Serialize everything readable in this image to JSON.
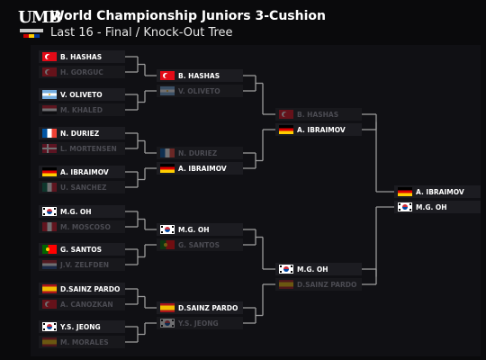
{
  "header": {
    "logo_text": "UMB",
    "title": "World Championship Juniors 3-Cushion",
    "subtitle": "Last 16 - Final  /  Knock-Out Tree"
  },
  "colors": {
    "background": "#0a0a0c",
    "line": "#9a9a9a",
    "winner_text": "#ffffff",
    "loser_text": "#4b4b52"
  },
  "round1": [
    {
      "name": "B. HASHAS",
      "flag": "turkey-flag",
      "status": "win"
    },
    {
      "name": "H. GORGUC",
      "flag": "turkey-flag",
      "status": "lose"
    },
    {
      "name": "V. OLIVETO",
      "flag": "argentina-flag",
      "status": "win"
    },
    {
      "name": "M. KHALED",
      "flag": "egypt-flag",
      "status": "lose"
    },
    {
      "name": "N. DURIEZ",
      "flag": "france-flag",
      "status": "win"
    },
    {
      "name": "L. MORTENSEN",
      "flag": "denmark-flag",
      "status": "lose"
    },
    {
      "name": "A. IBRAIMOV",
      "flag": "germany-flag",
      "status": "win"
    },
    {
      "name": "U. SANCHEZ",
      "flag": "mexico-flag",
      "status": "lose"
    },
    {
      "name": "M.G. OH",
      "flag": "korea-flag",
      "status": "win"
    },
    {
      "name": "M. MOSCOSO",
      "flag": "peru-flag",
      "status": "lose"
    },
    {
      "name": "G. SANTOS",
      "flag": "portugal-flag",
      "status": "win"
    },
    {
      "name": "J.V. ZELFDEN",
      "flag": "netherlands-flag",
      "status": "lose"
    },
    {
      "name": "D.SAINZ PARDO",
      "flag": "spain-flag",
      "status": "win"
    },
    {
      "name": "A. CANOZKAN",
      "flag": "turkey-flag",
      "status": "lose"
    },
    {
      "name": "Y.S. JEONG",
      "flag": "korea-flag",
      "status": "win"
    },
    {
      "name": "M. MORALES",
      "flag": "spain-flag",
      "status": "lose"
    }
  ],
  "round2": [
    {
      "name": "B. HASHAS",
      "flag": "turkey-flag",
      "status": "win"
    },
    {
      "name": "V. OLIVETO",
      "flag": "argentina-flag",
      "status": "lose"
    },
    {
      "name": "N. DURIEZ",
      "flag": "france-flag",
      "status": "lose"
    },
    {
      "name": "A. IBRAIMOV",
      "flag": "germany-flag",
      "status": "win"
    },
    {
      "name": "M.G. OH",
      "flag": "korea-flag",
      "status": "win"
    },
    {
      "name": "G. SANTOS",
      "flag": "portugal-flag",
      "status": "lose"
    },
    {
      "name": "D.SAINZ PARDO",
      "flag": "spain-flag",
      "status": "win"
    },
    {
      "name": "Y.S. JEONG",
      "flag": "korea-flag",
      "status": "lose"
    }
  ],
  "round3": [
    {
      "name": "B. HASHAS",
      "flag": "turkey-flag",
      "status": "lose"
    },
    {
      "name": "A. IBRAIMOV",
      "flag": "germany-flag",
      "status": "win"
    },
    {
      "name": "M.G. OH",
      "flag": "korea-flag",
      "status": "win"
    },
    {
      "name": "D.SAINZ PARDO",
      "flag": "spain-flag",
      "status": "lose"
    }
  ],
  "final": [
    {
      "name": "A. IBRAIMOV",
      "flag": "germany-flag",
      "status": "win"
    },
    {
      "name": "M.G. OH",
      "flag": "korea-flag",
      "status": "win"
    }
  ]
}
